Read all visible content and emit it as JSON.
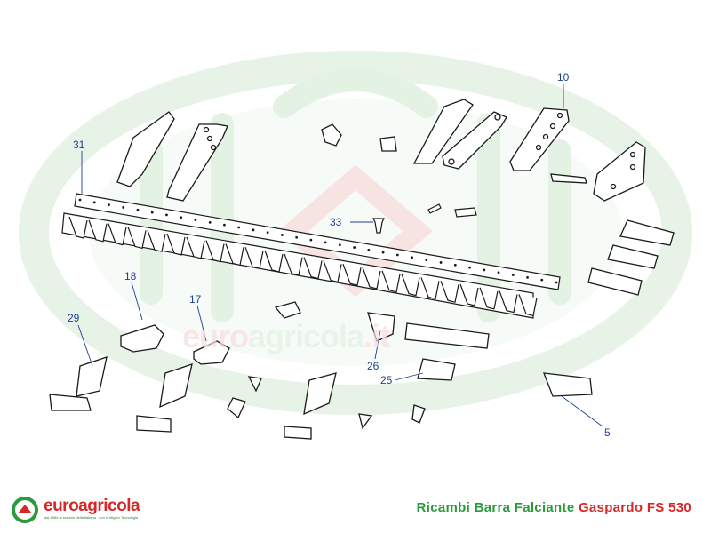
{
  "diagram": {
    "callouts": [
      {
        "id": "c10",
        "label": "10"
      },
      {
        "id": "c31",
        "label": "31"
      },
      {
        "id": "c33",
        "label": "33"
      },
      {
        "id": "c18",
        "label": "18"
      },
      {
        "id": "c17",
        "label": "17"
      },
      {
        "id": "c29",
        "label": "29"
      },
      {
        "id": "c26",
        "label": "26"
      },
      {
        "id": "c25",
        "label": "25"
      },
      {
        "id": "c5",
        "label": "5"
      }
    ],
    "callout_color": "#1f3f8f"
  },
  "watermark": {
    "text_red": "euro",
    "text_green": "agricola",
    "suffix": ".it"
  },
  "logo": {
    "name": "euroagricola",
    "tagline": "dal 1984 al servizio della Italiana · con la Miglior Tecnologia"
  },
  "footer": {
    "green_text": "Ricambi Barra Falciante",
    "red_text": "Gaspardo FS 530"
  },
  "colors": {
    "brand_red": "#d72727",
    "brand_green": "#2b9a3c",
    "line": "#1a1a1a"
  }
}
